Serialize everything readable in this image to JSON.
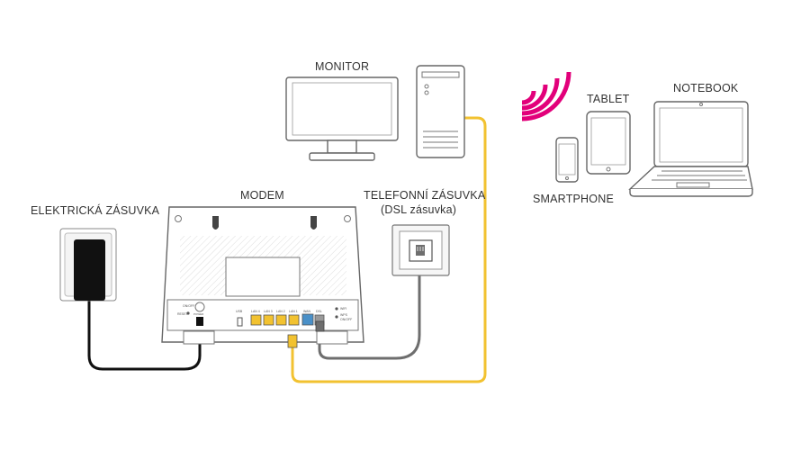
{
  "labels": {
    "monitor": "MONITOR",
    "modem": "MODEM",
    "socket": "ELEKTRICKÁ ZÁSUVKA",
    "phone_line": "TELEFONNÍ ZÁSUVKA",
    "phone_line_sub": "(DSL zásuvka)",
    "tablet": "TABLET",
    "notebook": "NOTEBOOK",
    "smartphone": "SMARTPHONE"
  },
  "modem_ports": {
    "onoff": "ON/OFF",
    "reset": "RESET",
    "power": "POWER",
    "usb": "USB",
    "lan4": "LAN 4",
    "lan3": "LAN 3",
    "lan2": "LAN 2",
    "lan1": "LAN 1",
    "wan": "WAN",
    "dsl": "DSL",
    "wifi": "WIFI",
    "wps": "WPS",
    "on_off_small": "ON/OFF"
  },
  "colors": {
    "wifi_accent": "#e2007a",
    "ethernet_cable": "#f2c230",
    "dsl_cable": "#6e6e6e",
    "power_cable": "#111111",
    "wan_port": "#4a90c8"
  },
  "icons": [
    "wifi-icon",
    "monitor-icon",
    "pc-tower-icon",
    "tablet-icon",
    "notebook-icon",
    "smartphone-icon",
    "power-adapter-icon",
    "phone-jack-icon",
    "modem-icon"
  ]
}
